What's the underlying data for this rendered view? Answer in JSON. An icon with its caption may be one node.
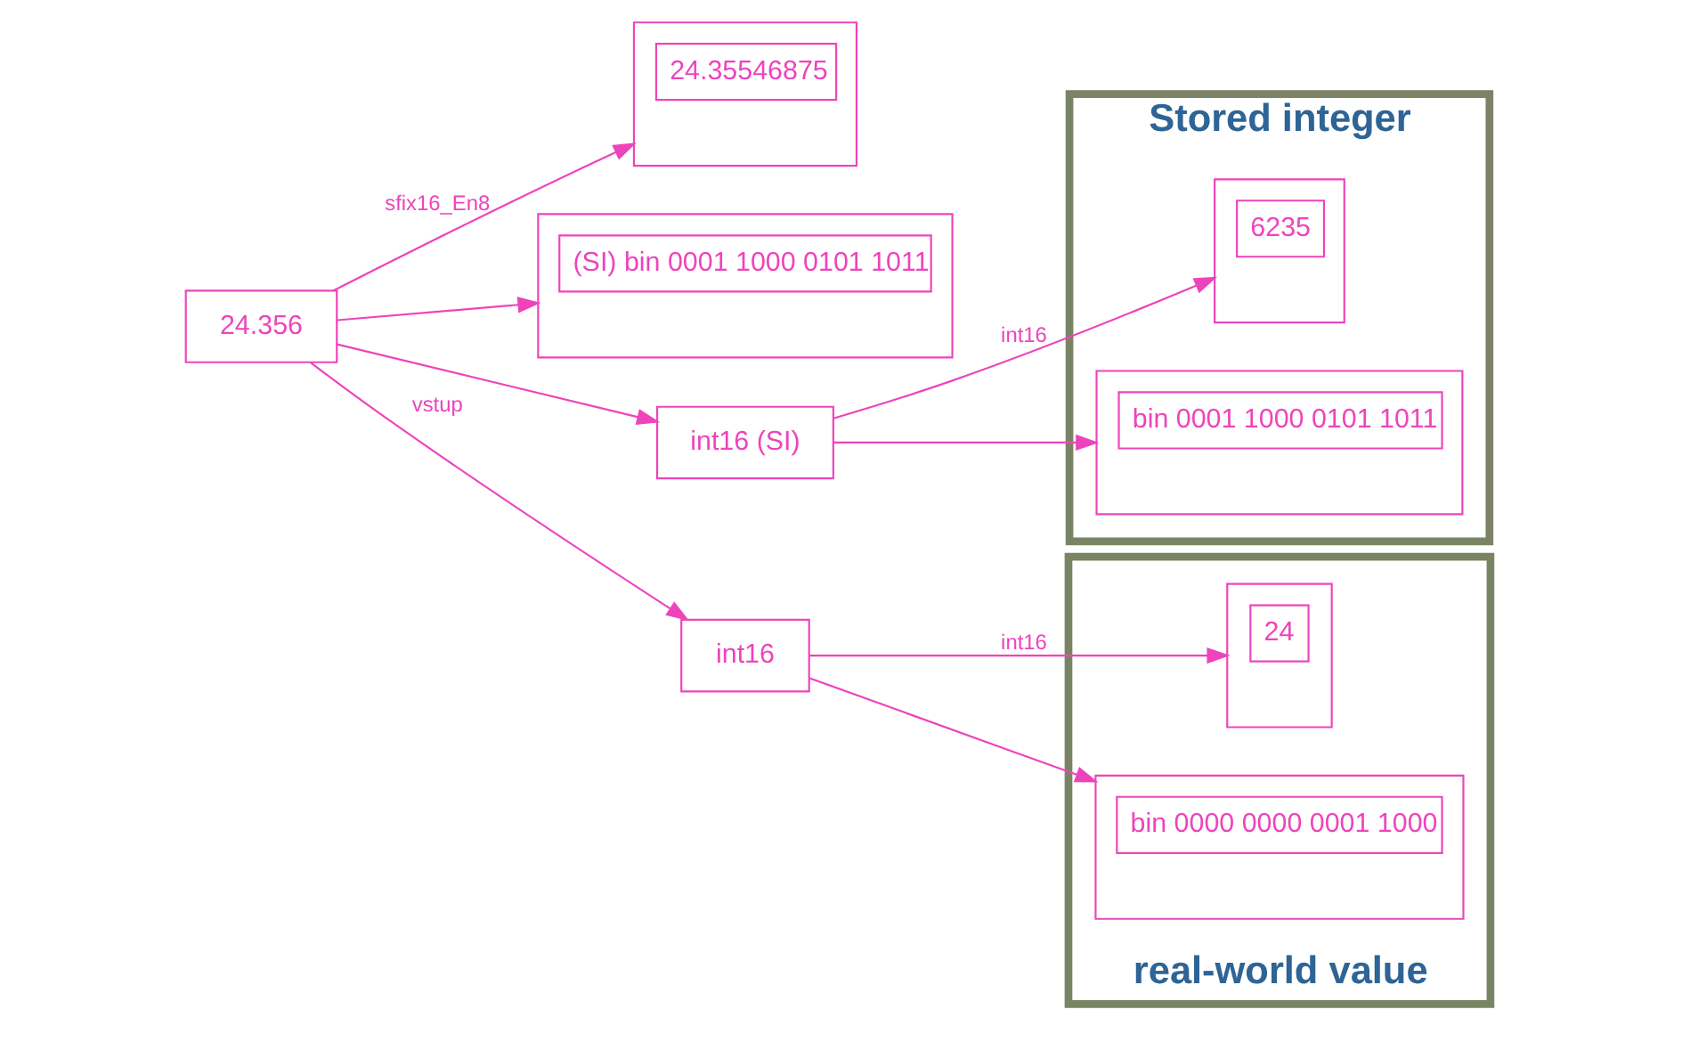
{
  "diagram": {
    "nodes": [
      {
        "text": [
          "24.356"
        ]
      },
      {
        "text": [
          "24.35546875"
        ]
      },
      {
        "text": [
          "(SI) bin 0001 1000 0101 1011"
        ]
      },
      {
        "text": [
          "int16 (SI)"
        ]
      },
      {
        "text": [
          "int16"
        ]
      },
      {
        "text": [
          "Stored integer"
        ]
      },
      {
        "text": [
          "6235"
        ],
        "in": 5
      },
      {
        "text": [
          "bin 0001 1000 0101 1011"
        ],
        "in": 5
      },
      {
        "text": [
          "real-world value"
        ]
      },
      {
        "text": [
          "24"
        ],
        "in": 8
      },
      {
        "text": [
          "bin 0000 0000 0001 1000"
        ],
        "in": 8
      }
    ],
    "edges": [
      {
        "from": 0,
        "to": 1,
        "arrow": "to",
        "label": "sfix16_En8"
      },
      {
        "from": 0,
        "to": 2,
        "arrow": "to"
      },
      {
        "from": 0,
        "to": 3,
        "arrow": "to"
      },
      {
        "from": 0,
        "to": 4,
        "arrow": "to",
        "label": "vstup"
      },
      {
        "from": 3,
        "to": 6,
        "arrow": "to",
        "label": "int16"
      },
      {
        "from": 3,
        "to": 7,
        "arrow": "to"
      },
      {
        "from": 4,
        "to": 9,
        "arrow": "to",
        "label": "int16"
      },
      {
        "from": 4,
        "to": 10,
        "arrow": "to"
      }
    ]
  }
}
